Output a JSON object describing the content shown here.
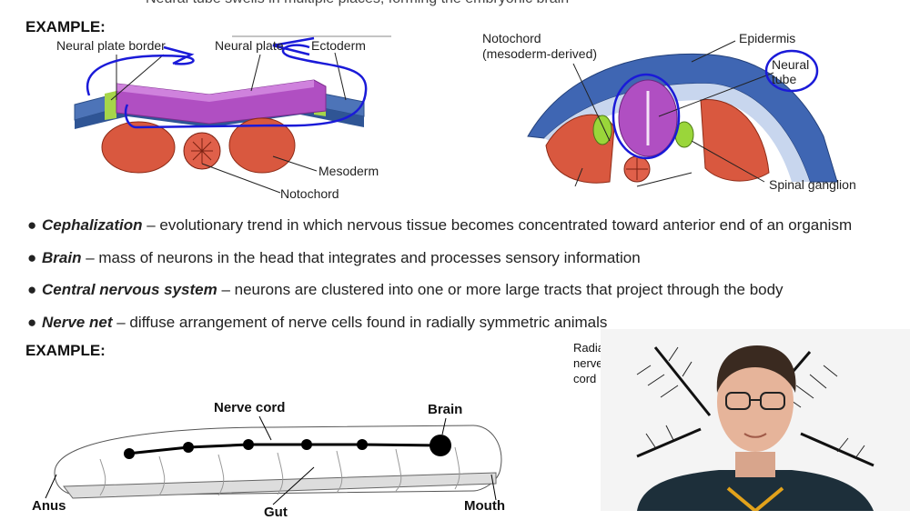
{
  "header_cut_text": "Neural tube swells in multiple places, forming the embryonic brain",
  "examples": {
    "first": "EXAMPLE:",
    "second": "EXAMPLE:"
  },
  "diagram1": {
    "labels": {
      "neural_plate_border": "Neural plate border",
      "neural_plate": "Neural plate",
      "ectoderm": "Ectoderm",
      "mesoderm": "Mesoderm",
      "notochord": "Notochord"
    }
  },
  "diagram2": {
    "labels": {
      "notochord_line1": "Notochord",
      "notochord_line2": "(mesoderm-derived)",
      "epidermis": "Epidermis",
      "neural_line1": "Neural",
      "neural_line2": "tube",
      "spinal_ganglion": "Spinal ganglion"
    }
  },
  "bullets": [
    {
      "term": "Cephalization",
      "text": " – evolutionary trend in which nervous tissue becomes concentrated toward anterior end of an organism"
    },
    {
      "term": "Brain",
      "text": " – mass of neurons in the head that integrates and processes sensory information"
    },
    {
      "term": "Central nervous system",
      "text": " – neurons are clustered into one or more large tracts that project through the body"
    },
    {
      "term": "Nerve net",
      "text": " – diffuse arrangement of nerve cells found in radially symmetric animals"
    }
  ],
  "worm": {
    "labels": {
      "nerve_cord": "Nerve cord",
      "brain": "Brain",
      "anus": "Anus",
      "gut": "Gut",
      "mouth": "Mouth"
    }
  },
  "radial": {
    "line1": "Radial",
    "line2": "nerve",
    "line3": "cord"
  },
  "colors": {
    "marker_blue": "#1a1ad8",
    "plate_purple": "#b04fc2",
    "mesoderm_red": "#d9583f",
    "epidermis_blue": "#3f66b3",
    "ganglion_green": "#9ad63a"
  }
}
